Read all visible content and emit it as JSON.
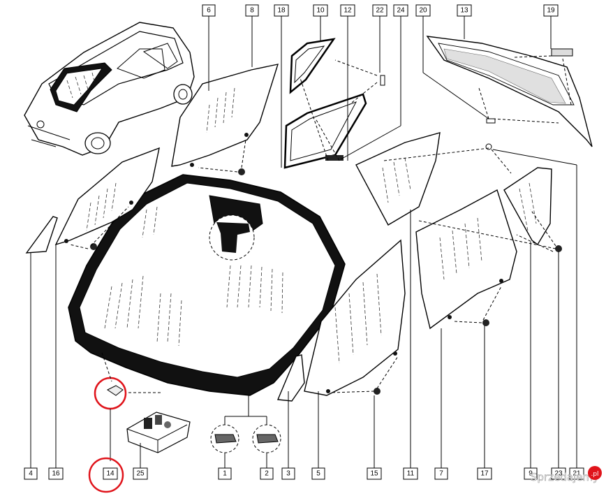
{
  "diagram": {
    "callouts": [
      {
        "id": "c6",
        "label": "6"
      },
      {
        "id": "c8",
        "label": "8"
      },
      {
        "id": "c18",
        "label": "18"
      },
      {
        "id": "c10",
        "label": "10"
      },
      {
        "id": "c12",
        "label": "12"
      },
      {
        "id": "c22",
        "label": "22"
      },
      {
        "id": "c24",
        "label": "24"
      },
      {
        "id": "c20",
        "label": "20"
      },
      {
        "id": "c13",
        "label": "13"
      },
      {
        "id": "c19",
        "label": "19"
      },
      {
        "id": "c4",
        "label": "4"
      },
      {
        "id": "c16",
        "label": "16"
      },
      {
        "id": "c14",
        "label": "14"
      },
      {
        "id": "c25",
        "label": "25"
      },
      {
        "id": "c1",
        "label": "1"
      },
      {
        "id": "c2",
        "label": "2"
      },
      {
        "id": "c3",
        "label": "3"
      },
      {
        "id": "c5",
        "label": "5"
      },
      {
        "id": "c15",
        "label": "15"
      },
      {
        "id": "c11",
        "label": "11"
      },
      {
        "id": "c7",
        "label": "7"
      },
      {
        "id": "c17",
        "label": "17"
      },
      {
        "id": "c9",
        "label": "9"
      },
      {
        "id": "c23",
        "label": "23"
      },
      {
        "id": "c21",
        "label": "21"
      }
    ],
    "highlight_color": "#e0141b"
  },
  "watermark": {
    "text": "Sprzedajemy",
    "badge": ".pl",
    "badge_color": "#e0141b"
  }
}
